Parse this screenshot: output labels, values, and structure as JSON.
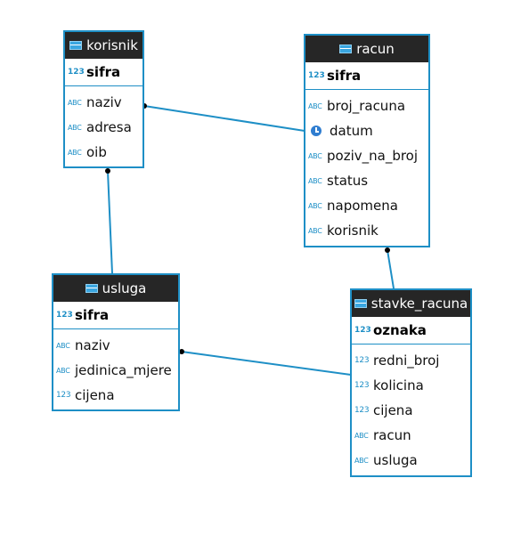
{
  "entities": {
    "korisnik": {
      "name": "korisnik",
      "pk": "sifra",
      "columns": [
        {
          "name": "naziv",
          "type": "ABC"
        },
        {
          "name": "adresa",
          "type": "ABC"
        },
        {
          "name": "oib",
          "type": "ABC"
        }
      ]
    },
    "racun": {
      "name": "racun",
      "pk": "sifra",
      "columns": [
        {
          "name": "broj_racuna",
          "type": "ABC"
        },
        {
          "name": "datum",
          "type": "date"
        },
        {
          "name": "poziv_na_broj",
          "type": "ABC"
        },
        {
          "name": "status",
          "type": "ABC"
        },
        {
          "name": "napomena",
          "type": "ABC"
        },
        {
          "name": "korisnik",
          "type": "ABC"
        }
      ]
    },
    "usluga": {
      "name": "usluga",
      "pk": "sifra",
      "columns": [
        {
          "name": "naziv",
          "type": "ABC"
        },
        {
          "name": "jedinica_mjere",
          "type": "ABC"
        },
        {
          "name": "cijena",
          "type": "123"
        }
      ]
    },
    "stavke_racuna": {
      "name": "stavke_racuna",
      "pk": "oznaka",
      "columns": [
        {
          "name": "redni_broj",
          "type": "123"
        },
        {
          "name": "kolicina",
          "type": "123"
        },
        {
          "name": "cijena",
          "type": "123"
        },
        {
          "name": "racun",
          "type": "ABC"
        },
        {
          "name": "usluga",
          "type": "ABC"
        }
      ]
    }
  },
  "colors": {
    "border": "#1e8fc6",
    "header": "#262626",
    "link": "#1e8fc6"
  }
}
